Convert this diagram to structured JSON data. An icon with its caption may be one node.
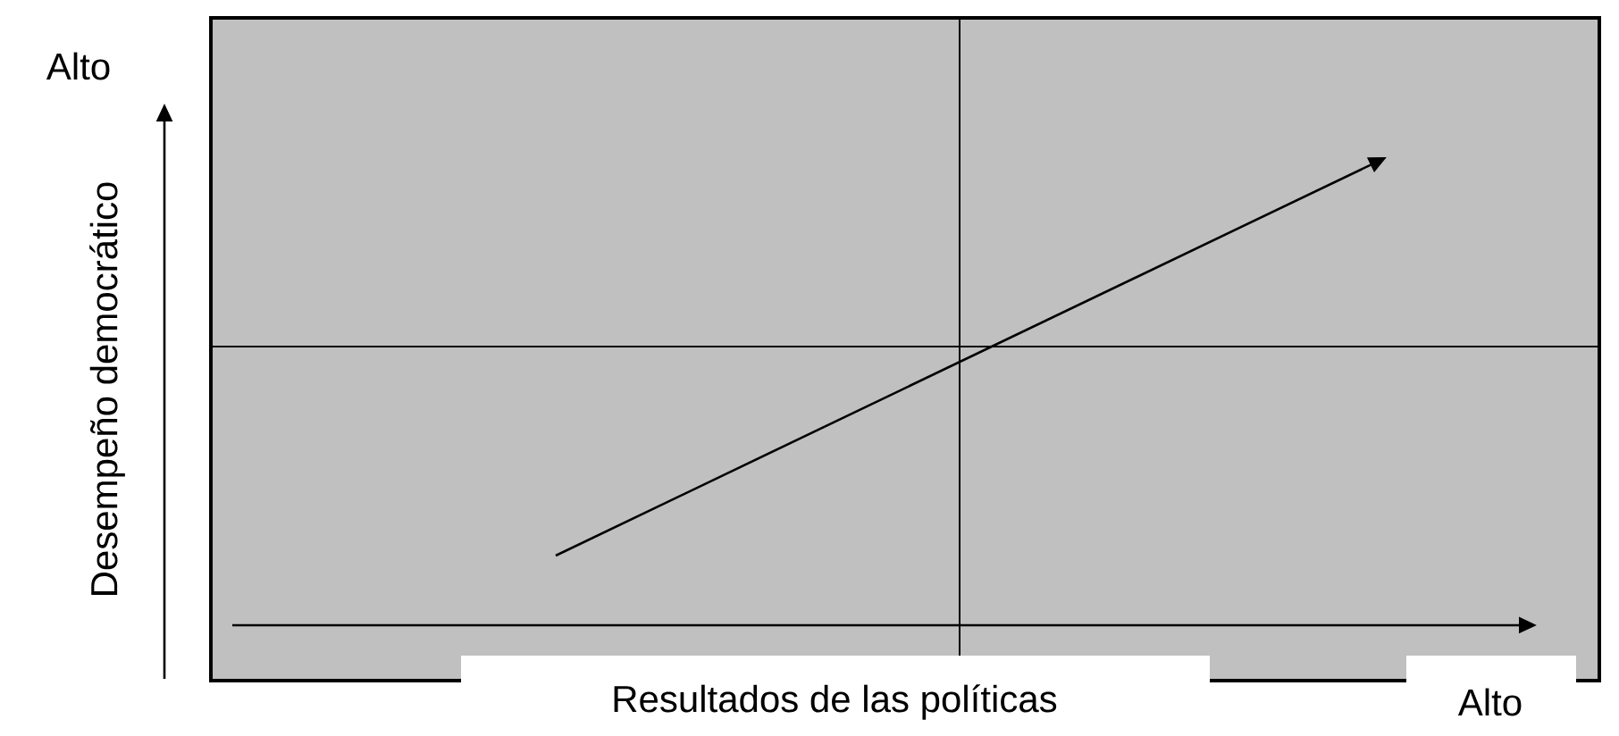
{
  "diagram": {
    "labels": [
      "Alto",
      "Desempeño democrático",
      "Resultados de las políticas",
      "Alto"
    ]
  }
}
